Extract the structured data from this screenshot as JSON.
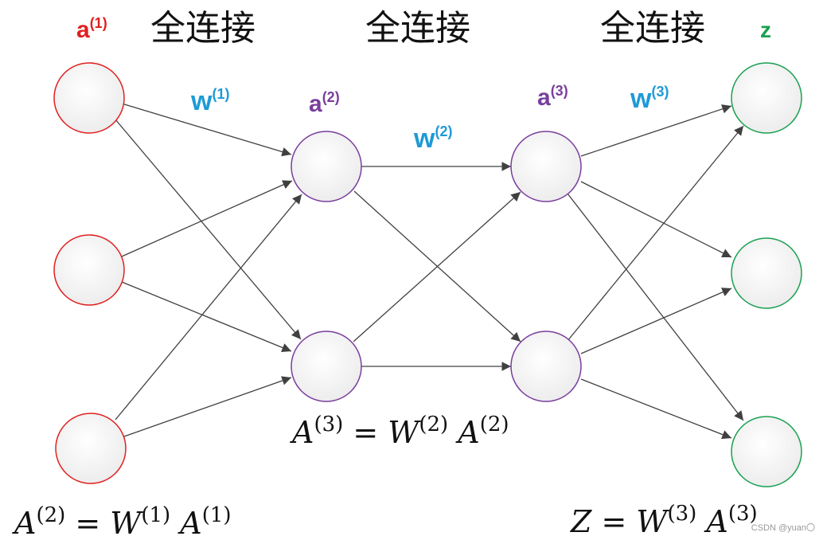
{
  "headers": [
    "全连接",
    "全连接",
    "全连接"
  ],
  "layer_labels": {
    "a1": {
      "base": "a",
      "sup": "(1)"
    },
    "w1": {
      "base": "w",
      "sup": "(1)"
    },
    "a2": {
      "base": "a",
      "sup": "(2)"
    },
    "w2": {
      "base": "w",
      "sup": "(2)"
    },
    "a3": {
      "base": "a",
      "sup": "(3)"
    },
    "w3": {
      "base": "w",
      "sup": "(3)"
    },
    "z": {
      "base": "z"
    }
  },
  "equations": {
    "eq1": {
      "lhs": "A",
      "lhs_sup": "(2)",
      "eq": " = ",
      "w": "W",
      "w_sup": "(1)",
      "a": " A",
      "a_sup": "(1)"
    },
    "eq2": {
      "lhs": "A",
      "lhs_sup": "(3)",
      "eq": " = ",
      "w": "W",
      "w_sup": "(2)",
      "a": " A",
      "a_sup": "(2)"
    },
    "eq3": {
      "lhs": "Z",
      "lhs_sup": "",
      "eq": " = ",
      "w": "W",
      "w_sup": "(3)",
      "a": " A",
      "a_sup": "(3)"
    }
  },
  "watermark": "CSDN @yuan〇",
  "colors": {
    "input": "#e02020",
    "weight": "#1e9ad6",
    "hidden": "#7a3e9d",
    "output": "#1aa050",
    "edge": "#404040",
    "node_fill": "#f4f4f4"
  }
}
